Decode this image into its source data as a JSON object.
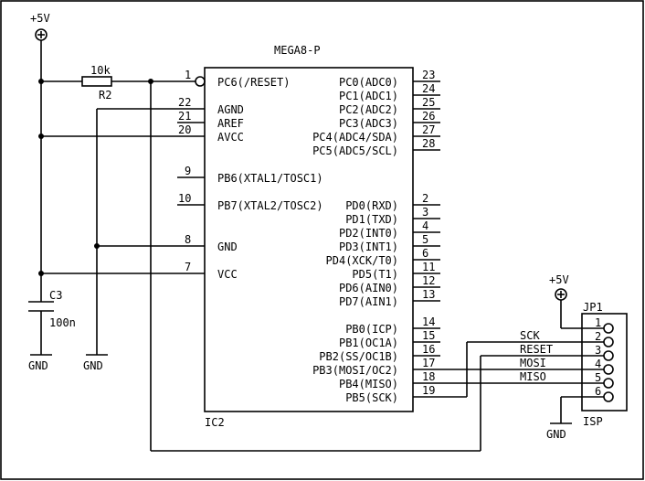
{
  "chip": {
    "name": "MEGA8-P",
    "ref": "IC2",
    "left_pins": [
      {
        "num": "1",
        "label": "PC6(/RESET)"
      },
      {
        "num": "22",
        "label": "AGND"
      },
      {
        "num": "21",
        "label": "AREF"
      },
      {
        "num": "20",
        "label": "AVCC"
      },
      {
        "num": "9",
        "label": "PB6(XTAL1/TOSC1)"
      },
      {
        "num": "10",
        "label": "PB7(XTAL2/TOSC2)"
      },
      {
        "num": "8",
        "label": "GND"
      },
      {
        "num": "7",
        "label": "VCC"
      }
    ],
    "right_pins": [
      {
        "num": "23",
        "label": "PC0(ADC0)"
      },
      {
        "num": "24",
        "label": "PC1(ADC1)"
      },
      {
        "num": "25",
        "label": "PC2(ADC2)"
      },
      {
        "num": "26",
        "label": "PC3(ADC3)"
      },
      {
        "num": "27",
        "label": "PC4(ADC4/SDA)"
      },
      {
        "num": "28",
        "label": "PC5(ADC5/SCL)"
      },
      {
        "num": "2",
        "label": "PD0(RXD)"
      },
      {
        "num": "3",
        "label": "PD1(TXD)"
      },
      {
        "num": "4",
        "label": "PD2(INT0)"
      },
      {
        "num": "5",
        "label": "PD3(INT1)"
      },
      {
        "num": "6",
        "label": "PD4(XCK/T0)"
      },
      {
        "num": "11",
        "label": "PD5(T1)"
      },
      {
        "num": "12",
        "label": "PD6(AIN0)"
      },
      {
        "num": "13",
        "label": "PD7(AIN1)"
      },
      {
        "num": "14",
        "label": "PB0(ICP)"
      },
      {
        "num": "15",
        "label": "PB1(OC1A)"
      },
      {
        "num": "16",
        "label": "PB2(SS/OC1B)"
      },
      {
        "num": "17",
        "label": "PB3(MOSI/OC2)"
      },
      {
        "num": "18",
        "label": "PB4(MISO)"
      },
      {
        "num": "19",
        "label": "PB5(SCK)"
      }
    ]
  },
  "power": {
    "vcc_left": "+5V",
    "vcc_right": "+5V"
  },
  "resistor": {
    "value": "10k",
    "ref": "R2"
  },
  "capacitor": {
    "ref": "C3",
    "value": "100n"
  },
  "grounds": {
    "gnd1": "GND",
    "gnd2": "GND",
    "gnd3": "GND"
  },
  "connector": {
    "ref": "JP1",
    "name": "ISP",
    "pins": [
      "1",
      "2",
      "3",
      "4",
      "5",
      "6"
    ],
    "signals": [
      "SCK",
      "RESET",
      "MOSI",
      "MISO"
    ]
  }
}
